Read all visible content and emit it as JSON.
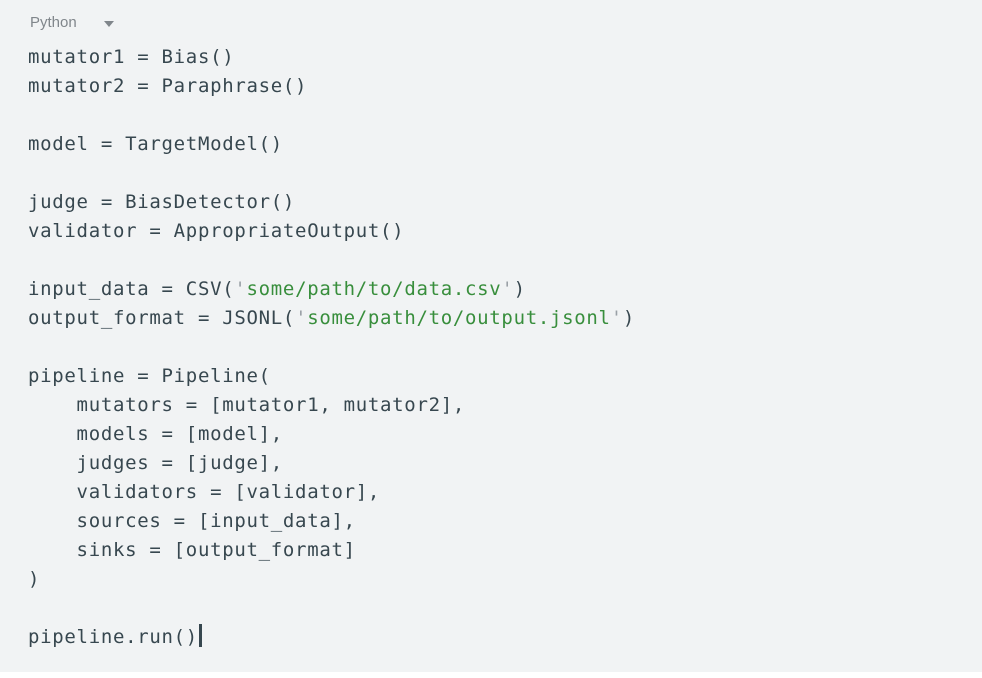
{
  "language_selector": {
    "label": "Python",
    "icon": "arrow-drop-down-icon"
  },
  "colors": {
    "panel_background": "#f1f3f4",
    "code_text": "#37474f",
    "string_text": "#388e3c",
    "quote_text": "#9aa0a6",
    "selector_text": "#80868b"
  },
  "code": {
    "lines": [
      {
        "segments": [
          {
            "type": "plain",
            "text": "mutator1 = Bias()"
          }
        ]
      },
      {
        "segments": [
          {
            "type": "plain",
            "text": "mutator2 = Paraphrase()"
          }
        ]
      },
      {
        "segments": []
      },
      {
        "segments": [
          {
            "type": "plain",
            "text": "model = TargetModel()"
          }
        ]
      },
      {
        "segments": []
      },
      {
        "segments": [
          {
            "type": "plain",
            "text": "judge = BiasDetector()"
          }
        ]
      },
      {
        "segments": [
          {
            "type": "plain",
            "text": "validator = AppropriateOutput()"
          }
        ]
      },
      {
        "segments": []
      },
      {
        "segments": [
          {
            "type": "plain",
            "text": "input_data = CSV("
          },
          {
            "type": "quote",
            "text": "'"
          },
          {
            "type": "string",
            "text": "some/path/to/data.csv"
          },
          {
            "type": "quote",
            "text": "'"
          },
          {
            "type": "plain",
            "text": ")"
          }
        ]
      },
      {
        "segments": [
          {
            "type": "plain",
            "text": "output_format = JSONL("
          },
          {
            "type": "quote",
            "text": "'"
          },
          {
            "type": "string",
            "text": "some/path/to/output.jsonl"
          },
          {
            "type": "quote",
            "text": "'"
          },
          {
            "type": "plain",
            "text": ")"
          }
        ]
      },
      {
        "segments": []
      },
      {
        "segments": [
          {
            "type": "plain",
            "text": "pipeline = Pipeline("
          }
        ]
      },
      {
        "segments": [
          {
            "type": "plain",
            "text": "    mutators = [mutator1, mutator2],"
          }
        ]
      },
      {
        "segments": [
          {
            "type": "plain",
            "text": "    models = [model],"
          }
        ]
      },
      {
        "segments": [
          {
            "type": "plain",
            "text": "    judges = [judge],"
          }
        ]
      },
      {
        "segments": [
          {
            "type": "plain",
            "text": "    validators = [validator],"
          }
        ]
      },
      {
        "segments": [
          {
            "type": "plain",
            "text": "    sources = [input_data],"
          }
        ]
      },
      {
        "segments": [
          {
            "type": "plain",
            "text": "    sinks = [output_format]"
          }
        ]
      },
      {
        "segments": [
          {
            "type": "plain",
            "text": ")"
          }
        ]
      },
      {
        "segments": []
      },
      {
        "segments": [
          {
            "type": "plain",
            "text": "pipeline.run()"
          }
        ],
        "caret": true
      }
    ]
  }
}
